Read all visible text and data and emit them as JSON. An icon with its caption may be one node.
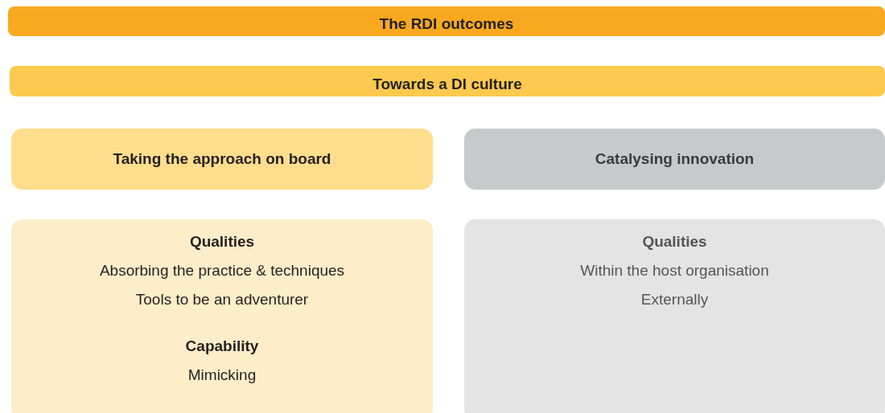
{
  "diagram": {
    "nodes": [
      {
        "text": [
          "The RDI outcomes"
        ]
      },
      {
        "text": [
          "Towards a DI culture"
        ]
      },
      {
        "text": [
          "Taking the approach on board"
        ]
      },
      {
        "text": [
          "Catalysing innovation"
        ]
      },
      {
        "text": [
          "Qualities",
          "Absorbing the practice & techniques",
          "Tools to be an adventurer",
          "Capability",
          "Mimicking"
        ]
      },
      {
        "text": [
          "Qualities",
          "Within the host organisation",
          "Externally"
        ]
      }
    ]
  }
}
